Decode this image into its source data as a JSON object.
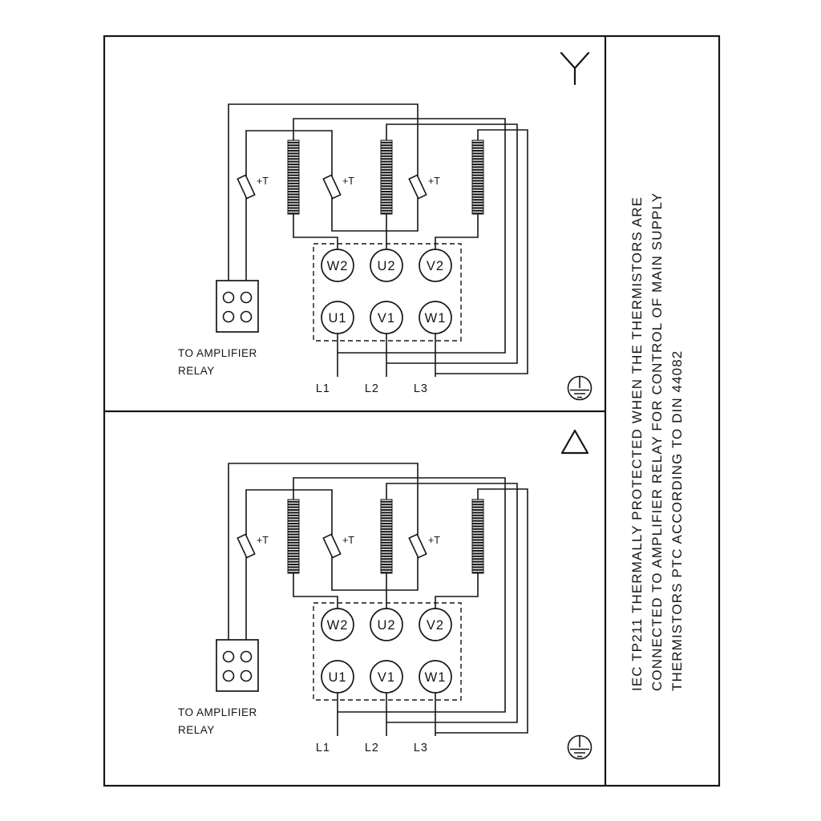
{
  "colors": {
    "line": "#161616",
    "background": "#ffffff"
  },
  "side_note": {
    "lines": [
      "IEC TP211 THERMALLY PROTECTED WHEN THE THERMISTORS ARE",
      "CONNECTED TO AMPLIFIER RELAY FOR CONTROL OF MAIN SUPPLY",
      "THERMISTORS PTC ACCORDING TO DIN 44082"
    ]
  },
  "panels": [
    {
      "connection": "star",
      "connection_icon": "star-icon",
      "terminals": {
        "top": [
          "W2",
          "U2",
          "V2"
        ],
        "bottom": [
          "U1",
          "V1",
          "W1"
        ]
      },
      "thermistors": [
        "+T",
        "+T",
        "+T"
      ],
      "relay_note": [
        "TO AMPLIFIER",
        "RELAY"
      ],
      "supply": [
        "L1",
        "L2",
        "L3"
      ],
      "ground_icon": "earth-ground-icon"
    },
    {
      "connection": "delta",
      "connection_icon": "delta-icon",
      "terminals": {
        "top": [
          "W2",
          "U2",
          "V2"
        ],
        "bottom": [
          "U1",
          "V1",
          "W1"
        ]
      },
      "thermistors": [
        "+T",
        "+T",
        "+T"
      ],
      "relay_note": [
        "TO AMPLIFIER",
        "RELAY"
      ],
      "supply": [
        "L1",
        "L2",
        "L3"
      ],
      "ground_icon": "earth-ground-icon"
    }
  ]
}
